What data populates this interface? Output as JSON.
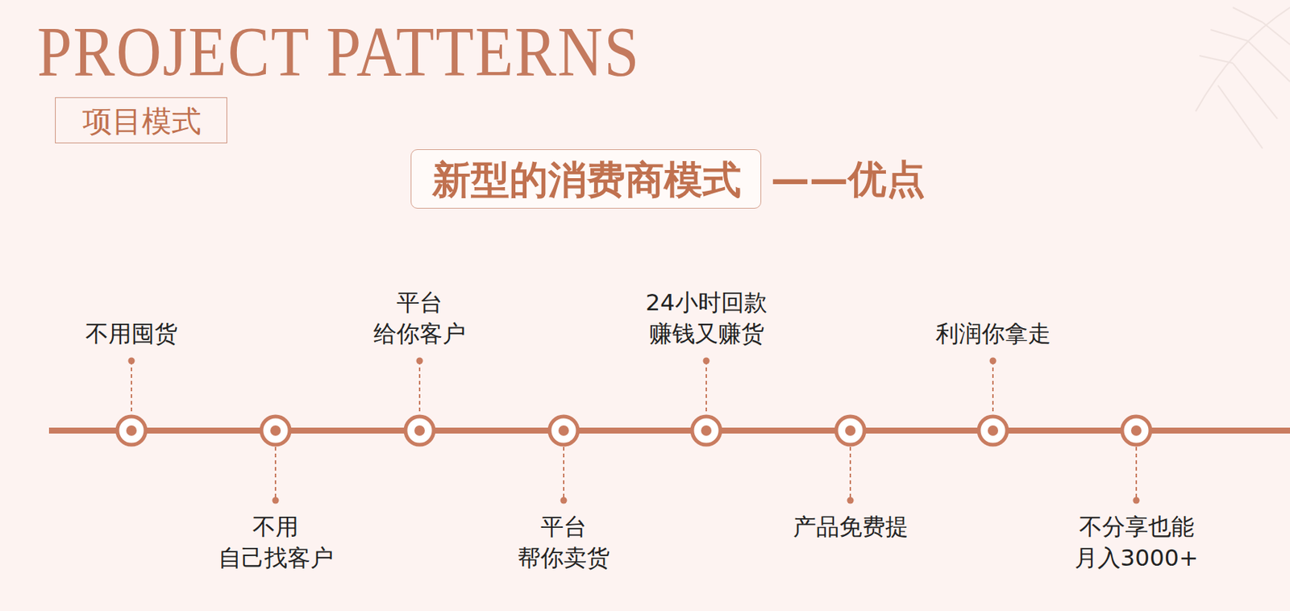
{
  "diagram": {
    "title": "PROJECT PATTERNS",
    "nodes": [
      {
        "text": [
          "项目模式"
        ]
      },
      {
        "text": [
          "新型的消费商模式",
          "——优点"
        ]
      }
    ],
    "labels": [
      "不用囤货",
      "不用 自己找客户",
      "平台 给你客户",
      "平台 帮你卖货",
      "24小时回款 赚钱又赚货",
      "产品免费提",
      "利润你拿走",
      "不分享也能 月入3000+"
    ]
  }
}
